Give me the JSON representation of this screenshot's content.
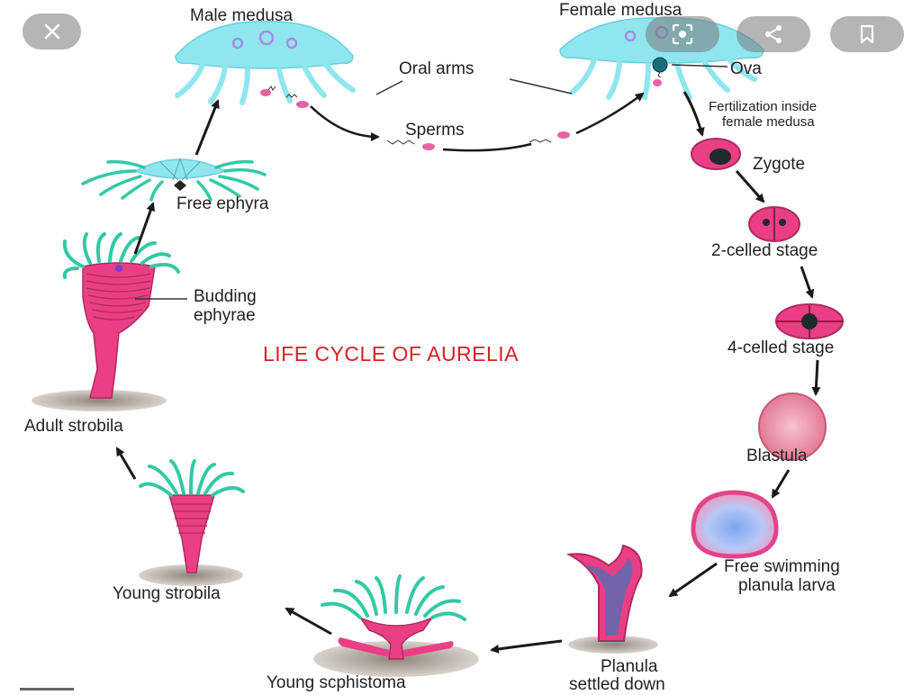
{
  "title": "LIFE CYCLE OF AURELIA",
  "labels": {
    "male_medusa": "Male medusa",
    "female_medusa": "Female medusa",
    "oral_arms": "Oral arms",
    "ova": "Ova",
    "sperms": "Sperms",
    "fertilization": [
      "Fertilization inside",
      "female medusa"
    ],
    "zygote": "Zygote",
    "two_celled": "2-celled stage",
    "four_celled": "4-celled stage",
    "blastula": "Blastula",
    "planula": [
      "Free swimming",
      "planula larva"
    ],
    "planula_settled": [
      "Planula",
      "settled down"
    ],
    "young_scyphistoma": "Young scphistoma",
    "young_strobila": "Young strobila",
    "adult_strobila": "Adult strobila",
    "budding": [
      "Budding",
      "ephyrae"
    ],
    "free_ephyra": "Free ephyra"
  },
  "controls": {
    "close_icon": "close-icon",
    "lens_icon": "lens-icon",
    "share_icon": "share-icon",
    "bookmark_icon": "bookmark-icon"
  },
  "colors": {
    "title": "#d81f25",
    "medusa": "#7fe0ea",
    "pink": "#ea3f84",
    "tentacle": "#33c9a6",
    "arrow": "#1a1a1a"
  }
}
